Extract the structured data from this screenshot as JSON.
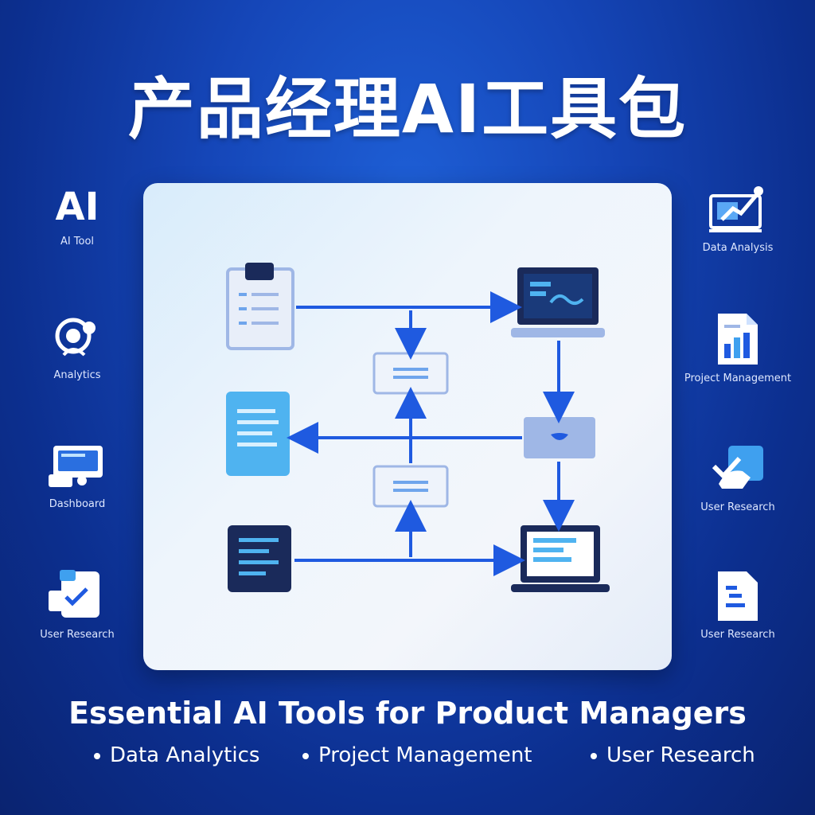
{
  "title": "产品经理AI工具包",
  "left_items": [
    {
      "label": "AI Tool",
      "icon": "ai-text-icon",
      "glyph": "AI"
    },
    {
      "label": "Analytics",
      "icon": "analytics-person-icon"
    },
    {
      "label": "Dashboard",
      "icon": "monitor-dashboard-icon"
    },
    {
      "label": "User Research",
      "icon": "checklist-icon"
    }
  ],
  "right_items": [
    {
      "label": "Data Analysis",
      "icon": "chart-pen-icon"
    },
    {
      "label": "Project Management",
      "icon": "document-chart-icon"
    },
    {
      "label": "User Research",
      "icon": "checkbox-hand-icon"
    },
    {
      "label": "User Research",
      "icon": "notes-document-icon"
    }
  ],
  "subtitle": "Essential AI Tools for Product Managers",
  "bullets": [
    "Data Analytics",
    "Project Management",
    "User Research"
  ],
  "colors": {
    "accent": "#1f5ae0",
    "light_blue": "#4fb3f0",
    "navy": "#1a2a5a",
    "card_outline": "#9fb7e6"
  }
}
